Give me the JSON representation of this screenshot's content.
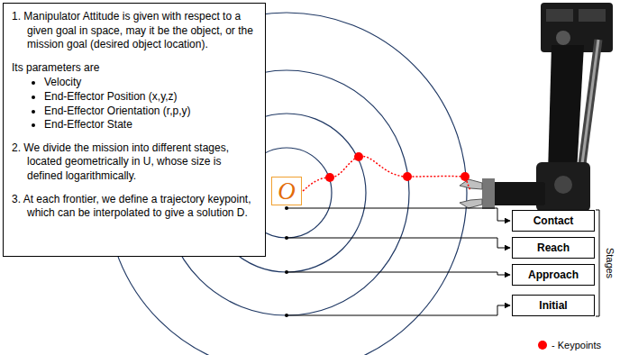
{
  "diagram": {
    "nodes": [
      {
        "text": [
          "1. Manipulator Attitude is given with respect to a given goal in space, may it be the object, or the mission goal (desired object location).",
          "Its parameters are",
          "Velocity",
          "End-Effector Position (x,y,z)",
          "End-Effector Orientation (r,p,y)",
          "End-Effector State",
          "2. We divide the mission into different stages, located geometrically in U, whose size is defined logarithmically.",
          "3. At each frontier, we define a trajectory keypoint, which can be interpolated to give a solution D."
        ]
      },
      {
        "text": [
          "O"
        ]
      },
      {
        "text": [
          "Contact"
        ]
      },
      {
        "text": [
          "Reach"
        ]
      },
      {
        "text": [
          "Approach"
        ]
      },
      {
        "text": [
          "Initial"
        ]
      }
    ],
    "labels": [
      "Stages"
    ],
    "legend": [
      {
        "text": "- Keypoints",
        "color": "#ff0000"
      }
    ]
  }
}
